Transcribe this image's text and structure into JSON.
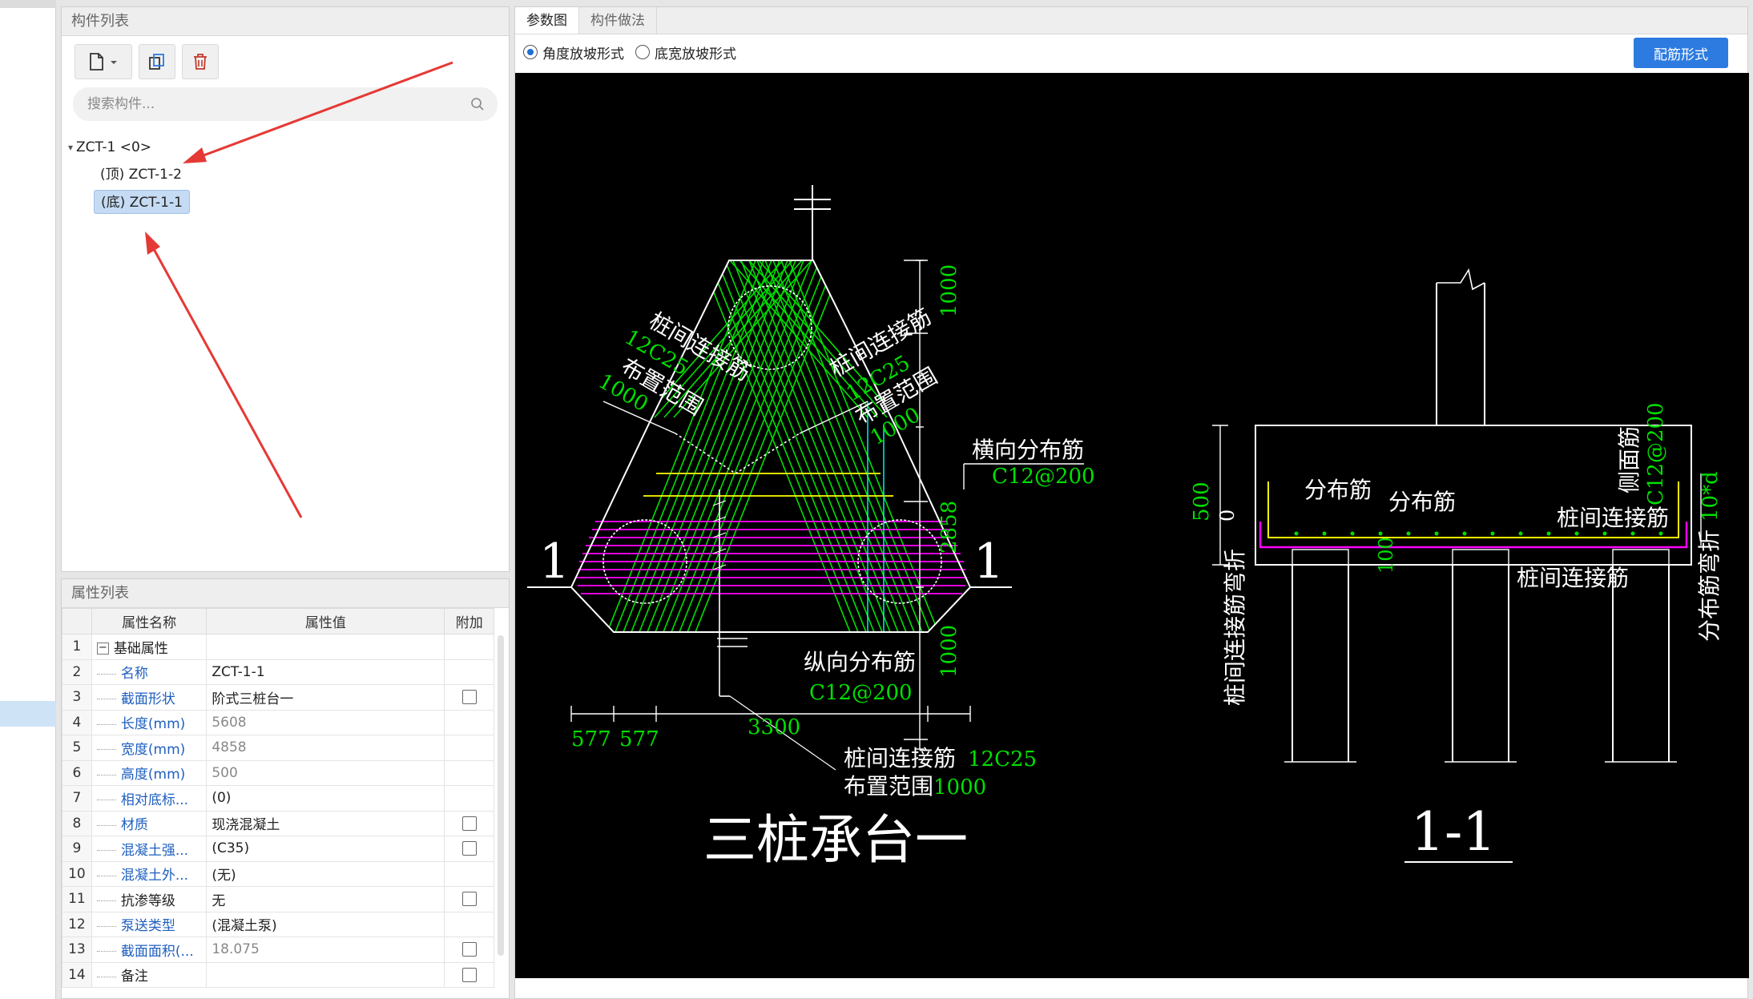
{
  "component_list": {
    "header": "构件列表",
    "search_placeholder": "搜索构件...",
    "tree": {
      "root": "ZCT-1 <0>",
      "children": [
        "(顶) ZCT-1-2",
        "(底) ZCT-1-1"
      ]
    }
  },
  "property_list": {
    "header": "属性列表",
    "columns": [
      "属性名称",
      "属性值",
      "附加"
    ],
    "rows": [
      {
        "idx": "1",
        "name": "基础属性",
        "value": ""
      },
      {
        "idx": "2",
        "name": "名称",
        "value": "ZCT-1-1"
      },
      {
        "idx": "3",
        "name": "截面形状",
        "value": "阶式三桩台一"
      },
      {
        "idx": "4",
        "name": "长度(mm)",
        "value": "5608"
      },
      {
        "idx": "5",
        "name": "宽度(mm)",
        "value": "4858"
      },
      {
        "idx": "6",
        "name": "高度(mm)",
        "value": "500"
      },
      {
        "idx": "7",
        "name": "相对底标...",
        "value": "(0)"
      },
      {
        "idx": "8",
        "name": "材质",
        "value": "现浇混凝土"
      },
      {
        "idx": "9",
        "name": "混凝土强...",
        "value": "(C35)"
      },
      {
        "idx": "10",
        "name": "混凝土外...",
        "value": "(无)"
      },
      {
        "idx": "11",
        "name": "抗渗等级",
        "value": "无"
      },
      {
        "idx": "12",
        "name": "泵送类型",
        "value": "(混凝土泵)"
      },
      {
        "idx": "13",
        "name": "截面面积(...",
        "value": "18.075"
      },
      {
        "idx": "14",
        "name": "备注",
        "value": ""
      }
    ]
  },
  "right_panel": {
    "tabs": [
      "参数图",
      "构件做法"
    ],
    "options": [
      "角度放坡形式",
      "底宽放坡形式"
    ],
    "rebar_button": "配筋形式"
  },
  "drawing": {
    "plan_title": "三桩承台一",
    "section_title": "1-1",
    "section_mark": "1",
    "labels": {
      "pile_link": "桩间连接筋",
      "pile_link_spec": "12C25",
      "range": "布置范围",
      "range_val": "1000",
      "transverse": "横向分布筋",
      "transverse_spec": "C12@200",
      "longitudinal": "纵向分布筋",
      "longitudinal_spec": "C12@200",
      "distribution": "分布筋",
      "side_bar": "侧面筋",
      "side_bar_spec": "C12@200",
      "pile_link_bend": "桩间连接筋弯折",
      "dist_bend": "分布筋弯折",
      "ten_d": "10*d"
    },
    "dims": {
      "d1000a": "1000",
      "d2858": "2858",
      "d1000b": "1000",
      "d3300": "3300",
      "d577a": "577",
      "d577b": "577",
      "d500": "500",
      "d0": "0",
      "d100": "100"
    }
  },
  "colors": {
    "accent": "#2d7be0",
    "cad_bg": "#000000",
    "rebar_green": "#00e000",
    "rebar_magenta": "#ff00ff",
    "rebar_yellow": "#ffff00",
    "cyan": "#00ffff",
    "arrow_red": "#e53935"
  }
}
